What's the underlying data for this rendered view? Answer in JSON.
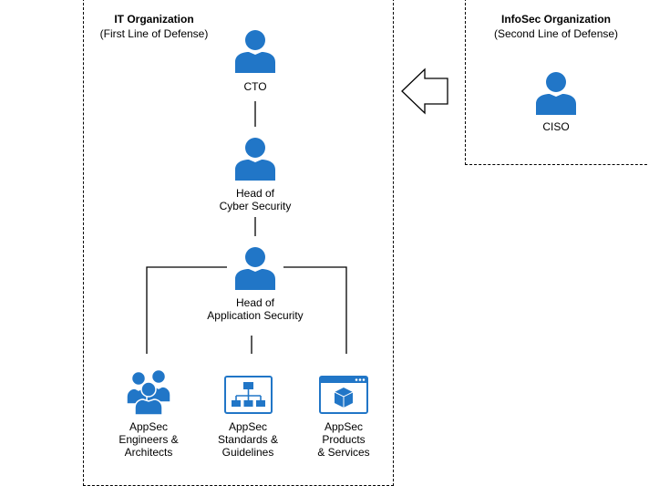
{
  "colors": {
    "icon_blue": "#2176c7",
    "line": "#000000"
  },
  "it_org": {
    "title": "IT Organization",
    "subtitle": "(First Line of Defense)"
  },
  "infosec_org": {
    "title": "InfoSec Organization",
    "subtitle": "(Second Line of Defense)"
  },
  "nodes": {
    "cto": {
      "icon": "user-icon",
      "label": "CTO"
    },
    "head_cyber": {
      "icon": "user-icon",
      "line1": "Head of",
      "line2": "Cyber Security"
    },
    "head_appsec": {
      "icon": "user-icon",
      "line1": "Head of",
      "line2": "Application Security"
    },
    "ciso": {
      "icon": "user-icon",
      "label": "CISO"
    },
    "engineers": {
      "icon": "user-group-icon",
      "line1": "AppSec",
      "line2": "Engineers &",
      "line3": "Architects"
    },
    "standards": {
      "icon": "org-chart-icon",
      "line1": "AppSec",
      "line2": "Standards &",
      "line3": "Guidelines"
    },
    "products": {
      "icon": "app-window-cube-icon",
      "line1": "AppSec",
      "line2": "Products",
      "line3": "& Services"
    }
  }
}
